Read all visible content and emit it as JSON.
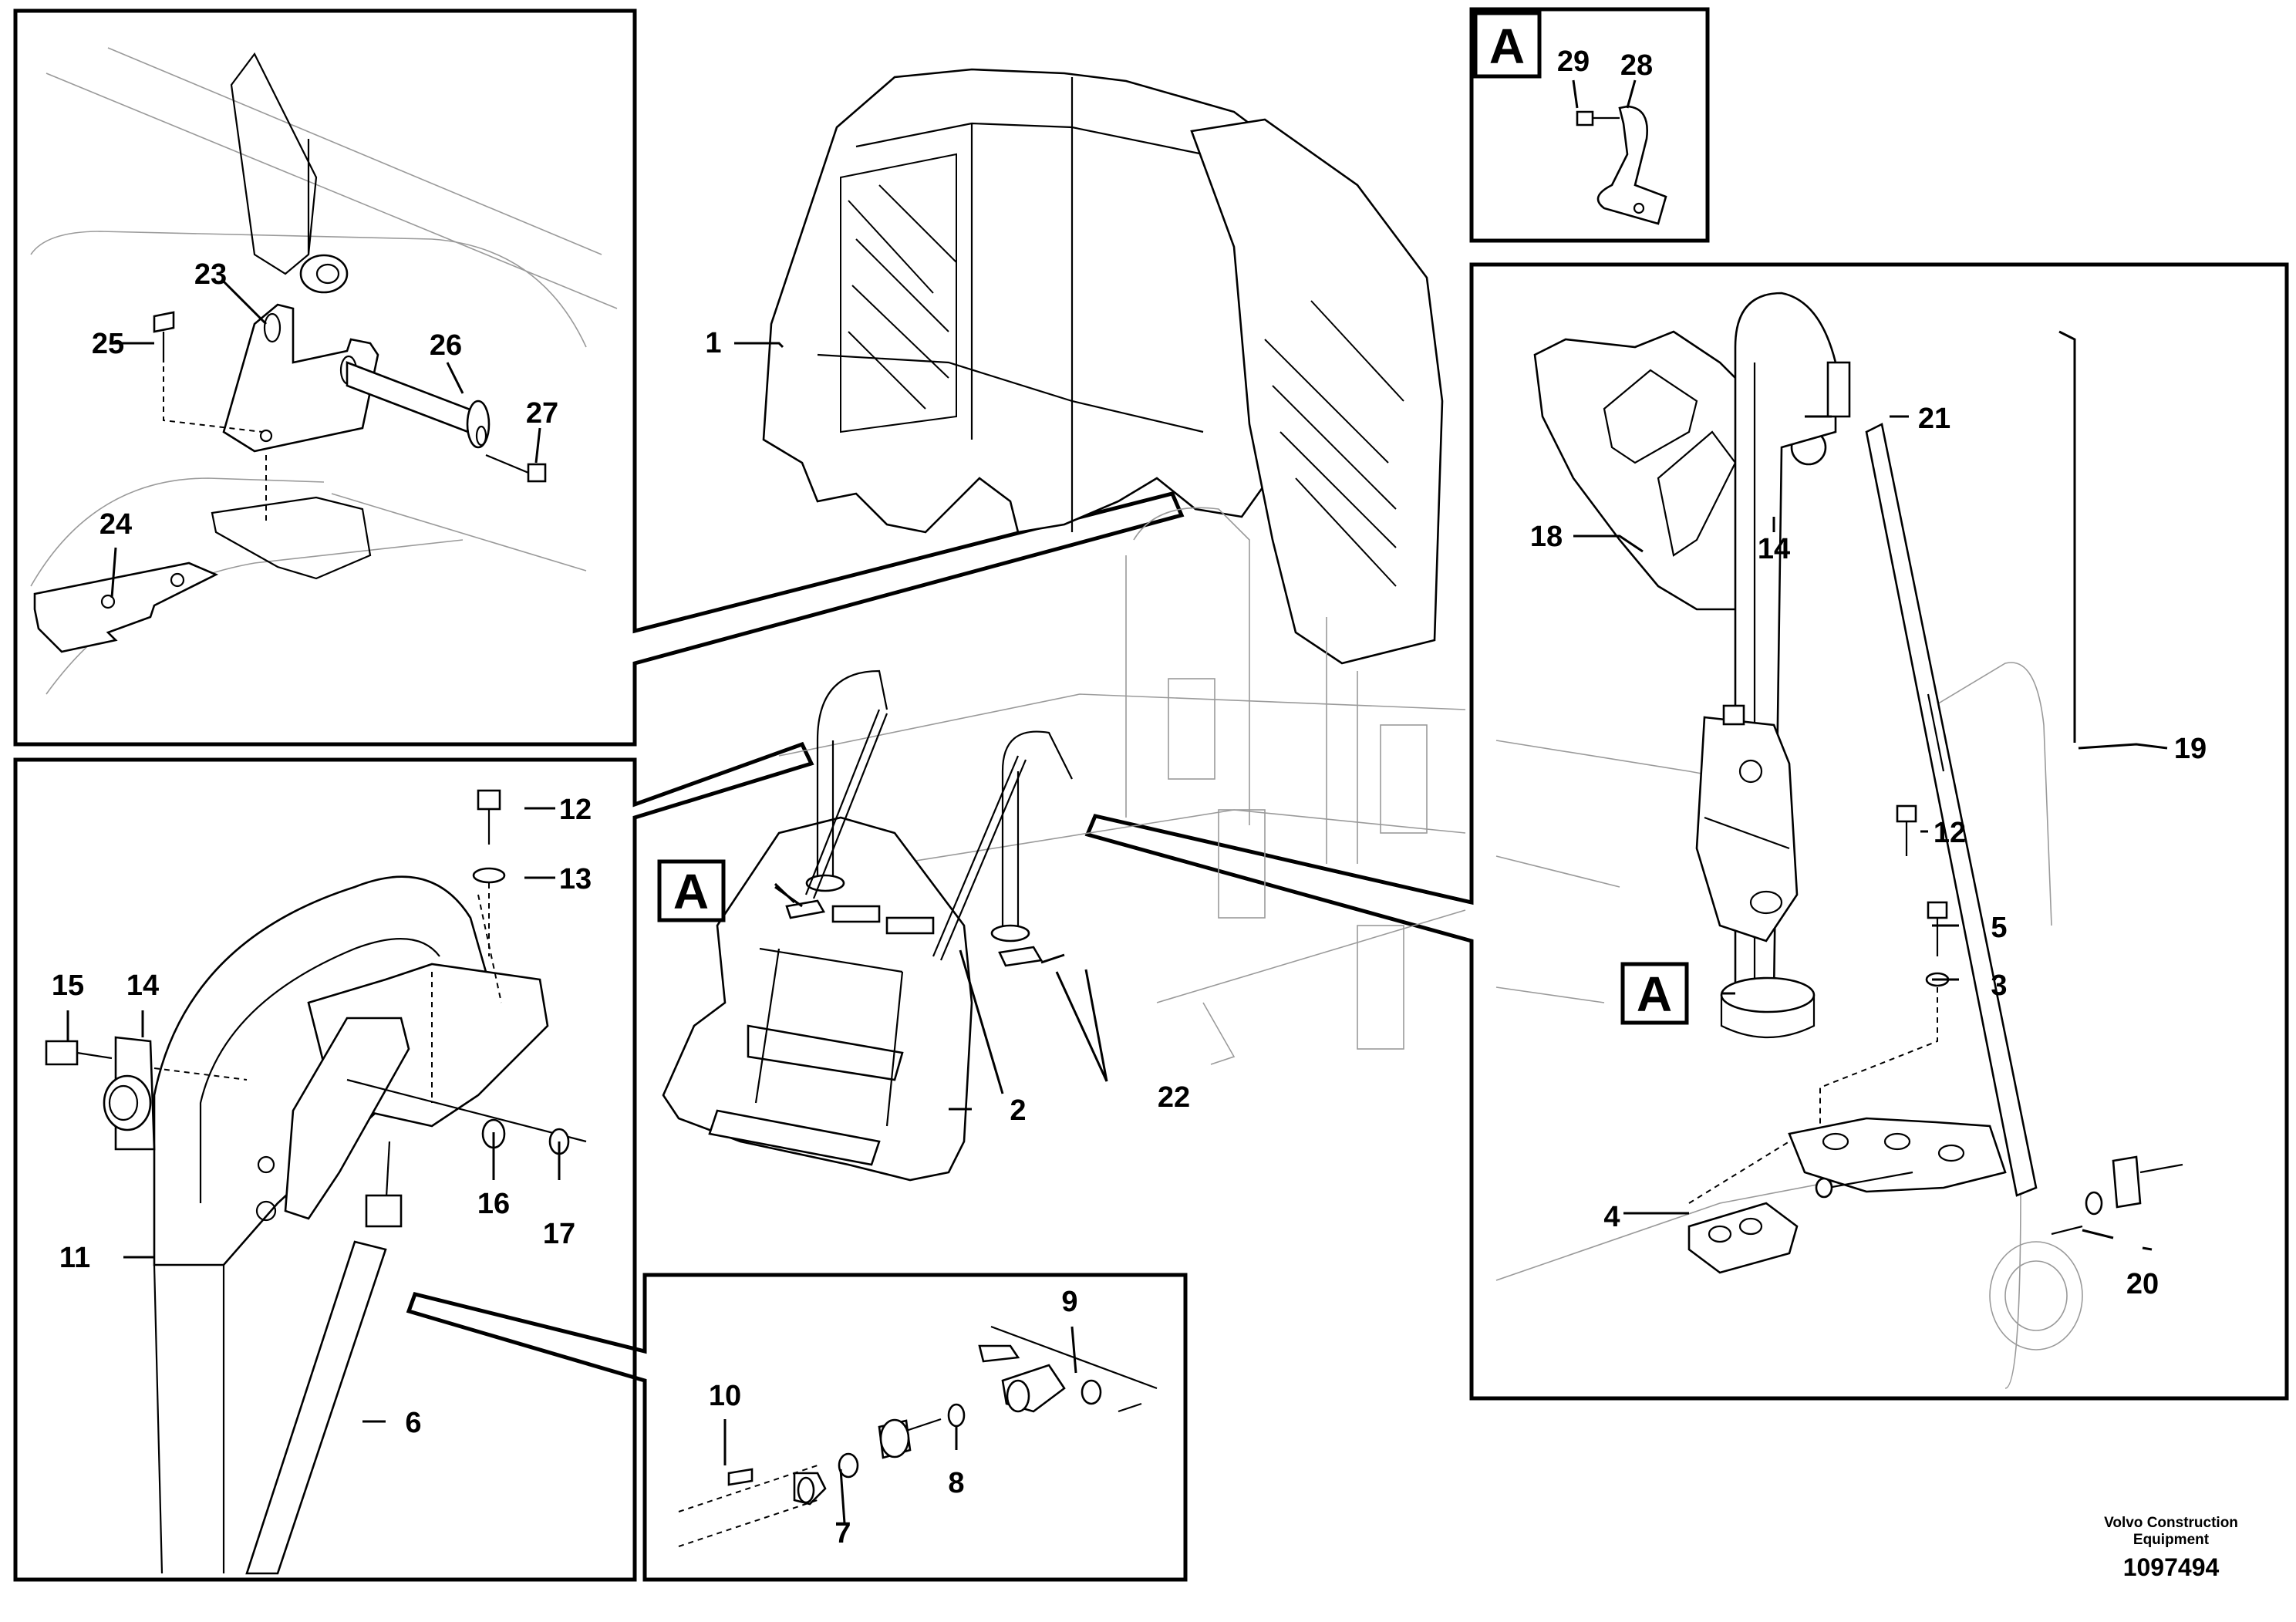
{
  "callouts": {
    "c1": "1",
    "c2": "2",
    "c3": "3",
    "c4": "4",
    "c5": "5",
    "c6": "6",
    "c7": "7",
    "c8": "8",
    "c9": "9",
    "c10": "10",
    "c11": "11",
    "c12a": "12",
    "c12b": "12",
    "c13": "13",
    "c14a": "14",
    "c14b": "14",
    "c15": "15",
    "c16": "16",
    "c17": "17",
    "c18": "18",
    "c19": "19",
    "c20": "20",
    "c21": "21",
    "c22": "22",
    "c23": "23",
    "c24": "24",
    "c25": "25",
    "c26": "26",
    "c27": "27",
    "c28": "28",
    "c29": "29"
  },
  "section_tags": {
    "detail_box": "A",
    "main_view": "A",
    "right_view": "A"
  },
  "footer": {
    "brand_line1": "Volvo Construction",
    "brand_line2": "Equipment",
    "drawing_number": "1097494"
  }
}
